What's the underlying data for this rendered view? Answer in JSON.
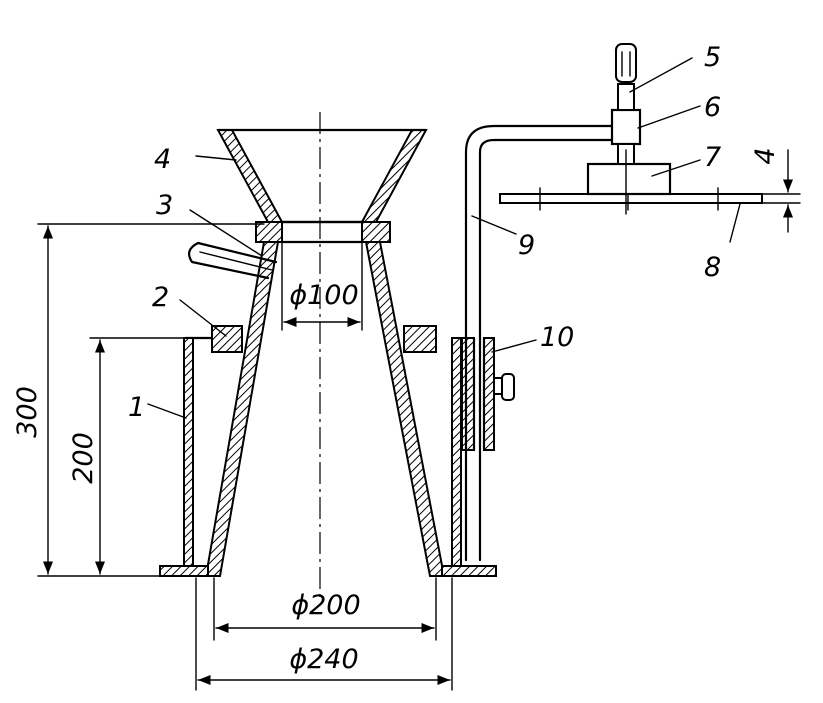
{
  "parts": {
    "p1": "1",
    "p2": "2",
    "p3": "3",
    "p4": "4",
    "p5": "5",
    "p6": "6",
    "p7": "7",
    "p8": "8",
    "p9": "9",
    "p10": "10"
  },
  "dimensions": {
    "height_total": "300",
    "height_ring": "200",
    "dia_top": "ϕ100",
    "dia_base": "ϕ200",
    "dia_outer": "ϕ240",
    "thickness": "4"
  }
}
